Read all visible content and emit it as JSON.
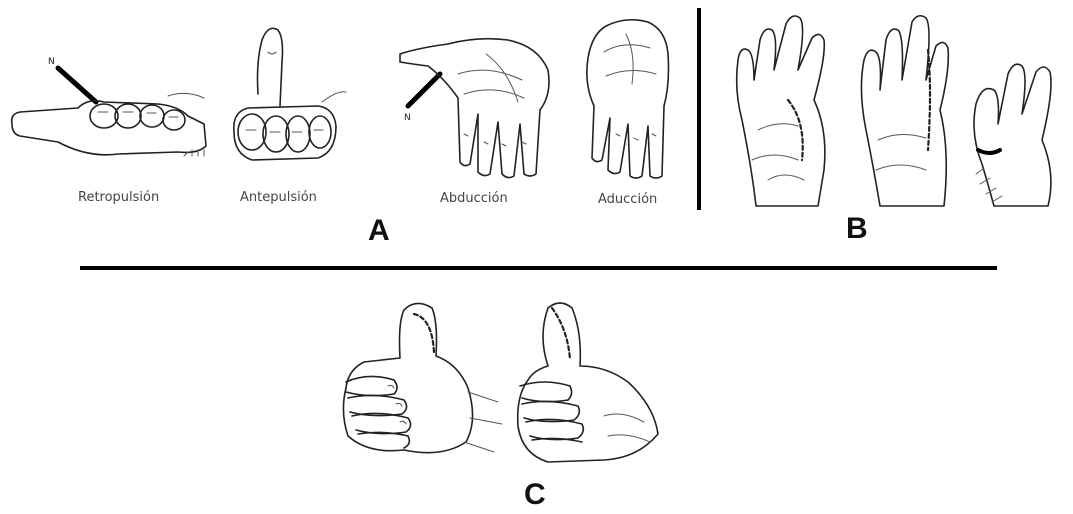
{
  "panel_a": {
    "letter": "A",
    "captions": [
      "Retropulsión",
      "Antepulsión",
      "Abducción",
      "Aducción"
    ],
    "marker_label": "N"
  },
  "panel_b": {
    "letter": "B"
  },
  "panel_c": {
    "letter": "C"
  },
  "icons": [
    "hand-retropulsion-illustration",
    "hand-antepulsion-illustration",
    "hand-abduction-illustration",
    "hand-adduction-illustration",
    "hand-opposition-illustration",
    "thumbs-up-illustration"
  ]
}
